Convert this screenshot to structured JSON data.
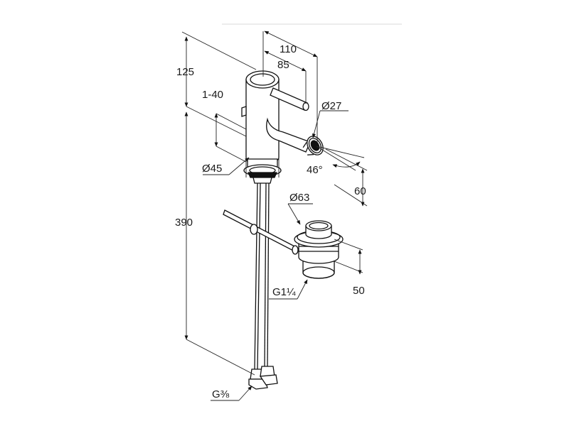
{
  "dimensions": {
    "overall_width": "110",
    "lever_reach": "85",
    "top_height": "125",
    "deck_thickness": "1-40",
    "spout_outlet": "Ø27",
    "body_diameter": "Ø45",
    "swivel_angle": "46°",
    "outlet_height": "60",
    "waste_diameter": "Ø63",
    "pipe_length": "390",
    "waste_thread": "G1¼",
    "waste_height": "50",
    "supply_thread": "G⅜"
  }
}
